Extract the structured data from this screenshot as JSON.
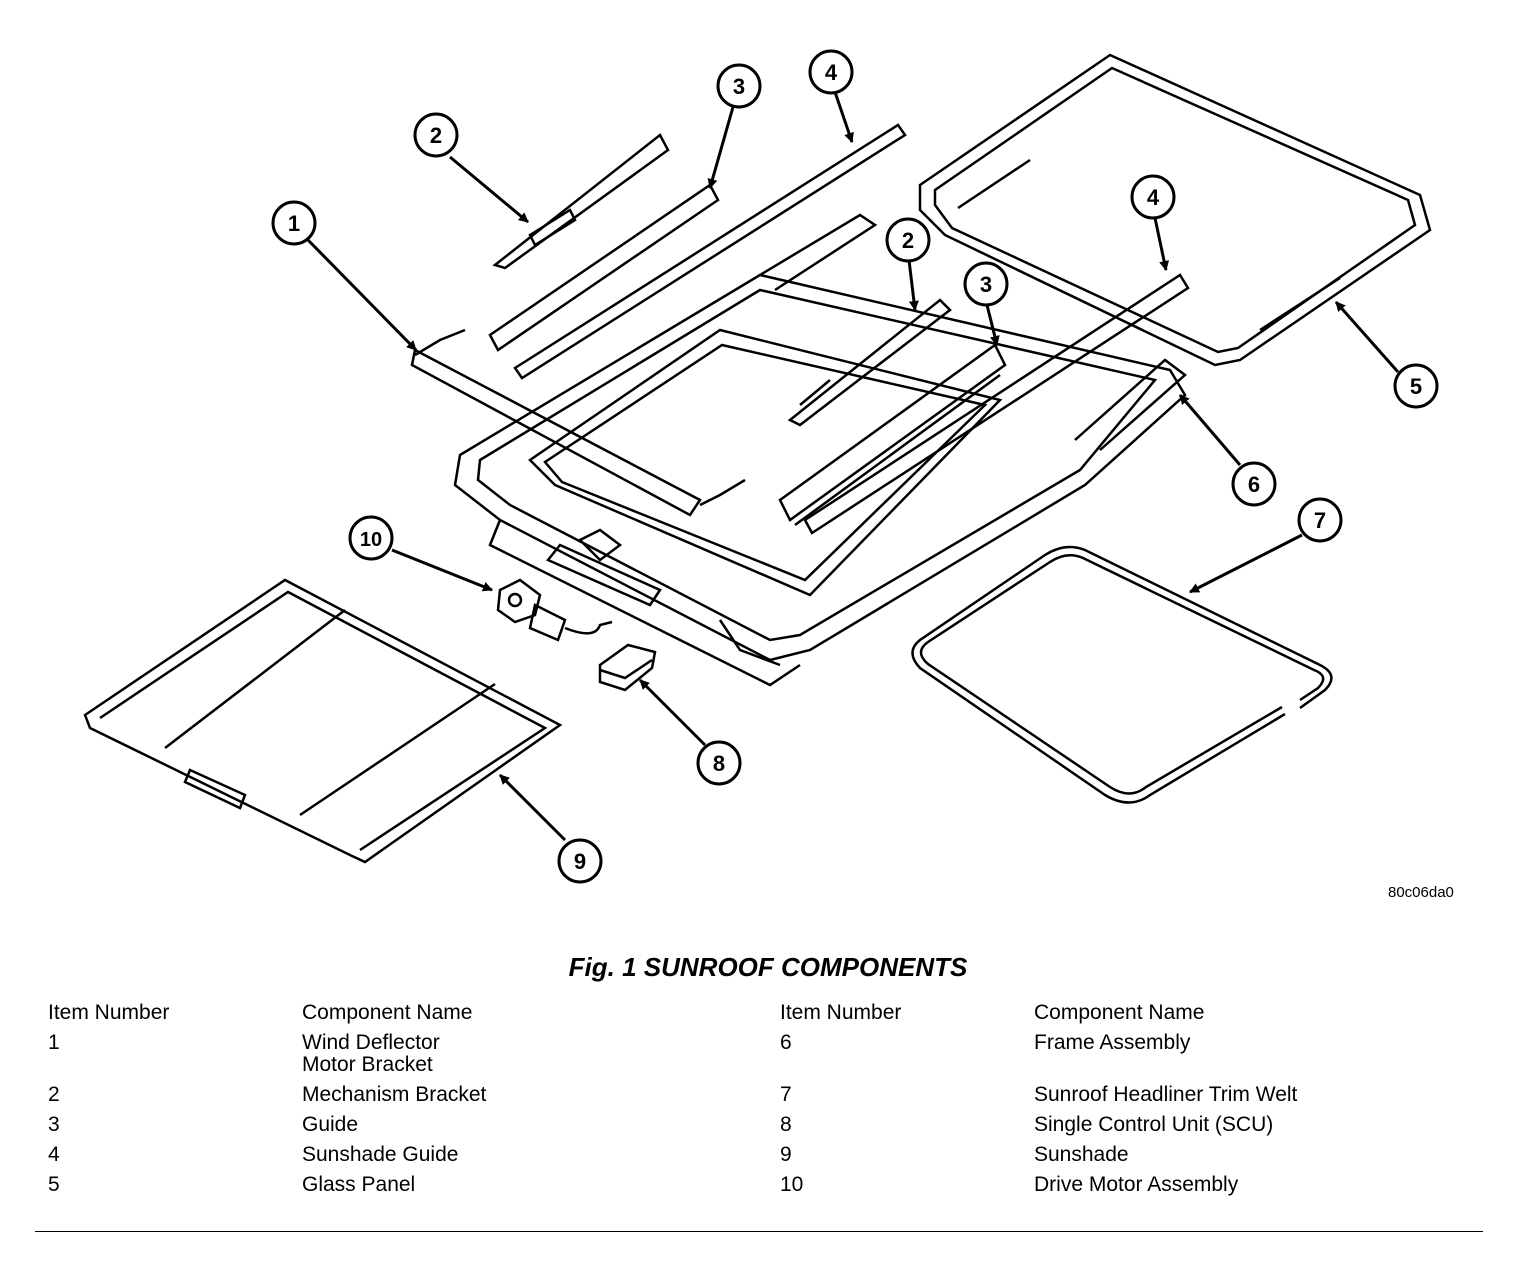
{
  "figure_code": "80c06da0",
  "caption": "Fig. 1 SUNROOF COMPONENTS",
  "callouts": [
    "1",
    "2",
    "3",
    "4",
    "2",
    "3",
    "4",
    "5",
    "6",
    "7",
    "10",
    "8",
    "9"
  ],
  "legend": {
    "header": {
      "item": "Item Number",
      "component": "Component Name"
    },
    "left": [
      {
        "item": "1",
        "component": "Wind Deflector\nMotor Bracket"
      },
      {
        "item": "2",
        "component": "Mechanism Bracket"
      },
      {
        "item": "3",
        "component": "Guide"
      },
      {
        "item": "4",
        "component": "Sunshade Guide"
      },
      {
        "item": "5",
        "component": "Glass Panel"
      }
    ],
    "right": [
      {
        "item": "6",
        "component": "Frame Assembly"
      },
      {
        "item": "7",
        "component": "Sunroof Headliner Trim Welt"
      },
      {
        "item": "8",
        "component": "Single Control Unit (SCU)"
      },
      {
        "item": "9",
        "component": "Sunshade"
      },
      {
        "item": "10",
        "component": "Drive Motor Assembly"
      }
    ]
  }
}
